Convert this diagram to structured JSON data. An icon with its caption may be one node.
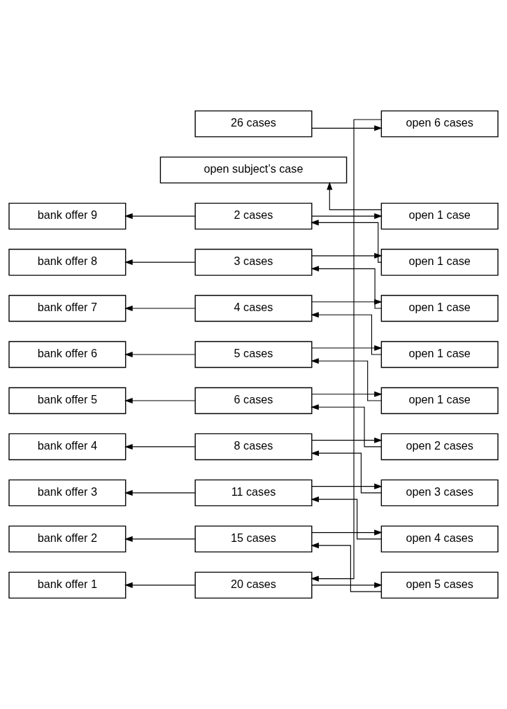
{
  "diagram": {
    "nodes": [
      {
        "text": [
          "26 cases"
        ]
      },
      {
        "text": [
          "open 6 cases"
        ]
      },
      {
        "text": [
          "bank offer 1"
        ]
      },
      {
        "text": [
          "20 cases"
        ]
      },
      {
        "text": [
          "open 5 cases"
        ]
      },
      {
        "text": [
          "bank offer 2"
        ]
      },
      {
        "text": [
          "15 cases"
        ]
      },
      {
        "text": [
          "open 4 cases"
        ]
      },
      {
        "text": [
          "bank offer 3"
        ]
      },
      {
        "text": [
          "11 cases"
        ]
      },
      {
        "text": [
          "open 3 cases"
        ]
      },
      {
        "text": [
          "bank offer 4"
        ]
      },
      {
        "text": [
          "8 cases"
        ]
      },
      {
        "text": [
          "open 2 cases"
        ]
      },
      {
        "text": [
          "bank offer 5"
        ]
      },
      {
        "text": [
          "6 cases"
        ]
      },
      {
        "text": [
          "open 1 case"
        ]
      },
      {
        "text": [
          "bank offer 6"
        ]
      },
      {
        "text": [
          "5 cases"
        ]
      },
      {
        "text": [
          "open 1 case"
        ]
      },
      {
        "text": [
          "bank offer 7"
        ]
      },
      {
        "text": [
          "4 cases"
        ]
      },
      {
        "text": [
          "open 1 case"
        ]
      },
      {
        "text": [
          "bank offer 8"
        ]
      },
      {
        "text": [
          "3 cases"
        ]
      },
      {
        "text": [
          "open 1 case"
        ]
      },
      {
        "text": [
          "bank offer 9"
        ]
      },
      {
        "text": [
          "2 cases"
        ]
      },
      {
        "text": [
          "open 1 case"
        ]
      },
      {
        "text": [
          "open subject’s case"
        ]
      }
    ],
    "edges": [
      {
        "from": 0,
        "to": 1,
        "arrow": "to"
      },
      {
        "from": 1,
        "to": 3,
        "arrow": "to"
      },
      {
        "from": 3,
        "to": 2,
        "arrow": "to"
      },
      {
        "from": 3,
        "to": 4,
        "arrow": "to"
      },
      {
        "from": 4,
        "to": 6,
        "arrow": "to"
      },
      {
        "from": 6,
        "to": 5,
        "arrow": "to"
      },
      {
        "from": 6,
        "to": 7,
        "arrow": "to"
      },
      {
        "from": 7,
        "to": 9,
        "arrow": "to"
      },
      {
        "from": 9,
        "to": 8,
        "arrow": "to"
      },
      {
        "from": 9,
        "to": 10,
        "arrow": "to"
      },
      {
        "from": 10,
        "to": 12,
        "arrow": "to"
      },
      {
        "from": 12,
        "to": 11,
        "arrow": "to"
      },
      {
        "from": 12,
        "to": 13,
        "arrow": "to"
      },
      {
        "from": 13,
        "to": 15,
        "arrow": "to"
      },
      {
        "from": 15,
        "to": 14,
        "arrow": "to"
      },
      {
        "from": 15,
        "to": 16,
        "arrow": "to"
      },
      {
        "from": 16,
        "to": 18,
        "arrow": "to"
      },
      {
        "from": 18,
        "to": 17,
        "arrow": "to"
      },
      {
        "from": 18,
        "to": 19,
        "arrow": "to"
      },
      {
        "from": 19,
        "to": 21,
        "arrow": "to"
      },
      {
        "from": 21,
        "to": 20,
        "arrow": "to"
      },
      {
        "from": 21,
        "to": 22,
        "arrow": "to"
      },
      {
        "from": 22,
        "to": 24,
        "arrow": "to"
      },
      {
        "from": 24,
        "to": 23,
        "arrow": "to"
      },
      {
        "from": 24,
        "to": 25,
        "arrow": "to"
      },
      {
        "from": 25,
        "to": 27,
        "arrow": "to"
      },
      {
        "from": 27,
        "to": 26,
        "arrow": "to"
      },
      {
        "from": 27,
        "to": 28,
        "arrow": "to"
      },
      {
        "from": 28,
        "to": 29,
        "arrow": "to"
      }
    ]
  }
}
